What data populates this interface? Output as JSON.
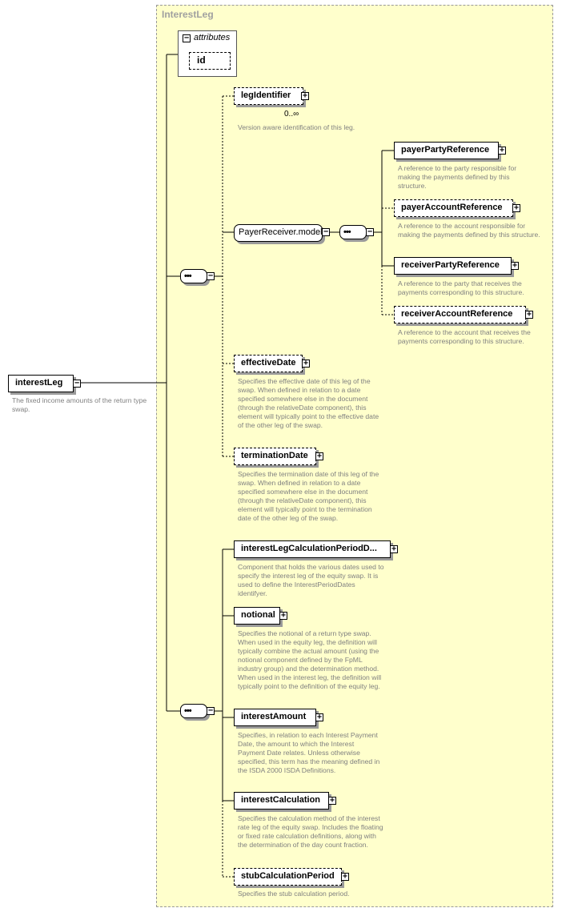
{
  "group": {
    "title": "InterestLeg"
  },
  "attributes": {
    "title": "attributes",
    "items": [
      "id"
    ]
  },
  "root": {
    "name": "interestLeg",
    "desc": "The fixed income amounts of the return type swap."
  },
  "collapse_symbol": "−",
  "expand_symbol": "+",
  "sequence_symbol": "•••",
  "elements": [
    {
      "name": "legIdentifier",
      "cardinality": "0..∞",
      "desc": "Version aware identification of this leg."
    },
    {
      "name": "PayerReceiver.model",
      "desc": ""
    },
    {
      "name": "payerPartyReference",
      "desc": "A reference to the party responsible for making the payments defined by this structure."
    },
    {
      "name": "payerAccountReference",
      "desc": "A reference to the account responsible for making the payments defined by this structure."
    },
    {
      "name": "receiverPartyReference",
      "desc": "A reference to the party that receives the payments corresponding to this structure."
    },
    {
      "name": "receiverAccountReference",
      "desc": "A reference to the account that receives the payments corresponding to this structure."
    },
    {
      "name": "effectiveDate",
      "desc": "Specifies the effective date of this leg of the swap. When defined in relation to a date specified somewhere else in the document (through the relativeDate component), this element will typically point to the effective date of the other leg of the swap."
    },
    {
      "name": "terminationDate",
      "desc": "Specifies the termination date of this leg of the swap. When defined in relation to a date specified somewhere else in the document (through the relativeDate component), this element will typically point to the termination date of the other leg of the swap."
    },
    {
      "name": "interestLegCalculationPeriodD...",
      "desc": "Component that holds the various dates used to specify the interest leg of the equity swap. It is used to define the InterestPeriodDates identifyer."
    },
    {
      "name": "notional",
      "desc": "Specifies the notional of a return type swap. When used in the equity leg, the definition will typically combine the actual amount (using the notional component defined by the FpML industry group) and the determination method. When used in the interest leg, the definition will typically point to the definition of the equity leg."
    },
    {
      "name": "interestAmount",
      "desc": "Specifies, in relation to each Interest Payment Date, the amount to which the Interest Payment Date relates. Unless otherwise specified, this term has the meaning defined in the ISDA 2000 ISDA Definitions."
    },
    {
      "name": "interestCalculation",
      "desc": "Specifies the calculation method of the interest rate leg of the equity swap. Includes the floating or fixed rate calculation definitions, along with the determination of the day count fraction."
    },
    {
      "name": "stubCalculationPeriod",
      "desc": "Specifies the stub calculation period."
    }
  ]
}
